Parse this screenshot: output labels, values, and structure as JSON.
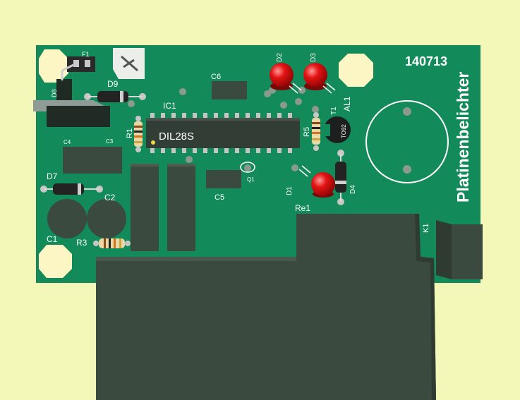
{
  "board": {
    "number": "140713",
    "title": "Platinenbelichter",
    "chip_label": "DIL28S",
    "transistor_package": "TO92",
    "colors": {
      "background": "#f3f7b8",
      "pcb": "#138a5a",
      "silkscreen": "#ffffff",
      "pad": "#fbf6c4",
      "component": "#3b4a3e",
      "led": "#e01010"
    }
  },
  "labels": {
    "ic1": "IC1",
    "c6": "C6",
    "d9": "D9",
    "d8": "D8",
    "f1": "F1",
    "r1": "R1",
    "r5": "R5",
    "r3": "R3",
    "c4": "C4",
    "c3": "C3",
    "c2": "C2",
    "c1": "C1",
    "c5": "C5",
    "d7": "D7",
    "d1": "D1",
    "d2": "D2",
    "d3": "D3",
    "d4": "D4",
    "t1": "T1",
    "al1": "AL1",
    "q1": "Q1",
    "re1": "Re1",
    "k1": "K1"
  }
}
